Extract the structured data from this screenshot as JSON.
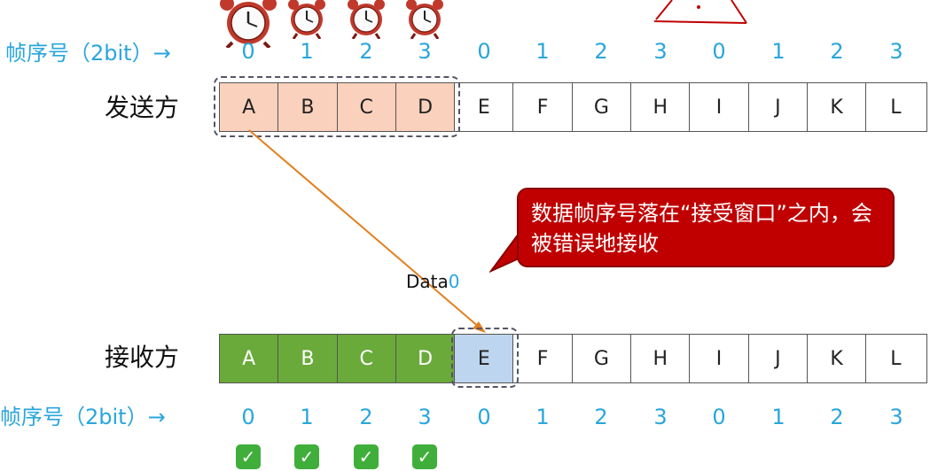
{
  "seq_label": "帧序号（2bit）→",
  "seq_numbers": [
    "0",
    "1",
    "2",
    "3",
    "0",
    "1",
    "2",
    "3",
    "0",
    "1",
    "2",
    "3"
  ],
  "sender_label": "发送方",
  "receiver_label": "接收方",
  "frames": [
    "A",
    "B",
    "C",
    "D",
    "E",
    "F",
    "G",
    "H",
    "I",
    "J",
    "K",
    "L"
  ],
  "callout_text": "数据帧序号落在“接受窗口”之内，会被错误地接收",
  "data_label": "Data",
  "data_seq": "0",
  "check_mark": "✓",
  "colors": {
    "seq_blue": "#29a6dc",
    "sent": "#fad1bd",
    "received_ok": "#6aaa3b",
    "received_error": "#bdd5ee",
    "callout": "#c00000",
    "arrow": "#e37f1f"
  },
  "icons": {
    "timer": "alarm-clock-icon",
    "check": "check-icon"
  }
}
